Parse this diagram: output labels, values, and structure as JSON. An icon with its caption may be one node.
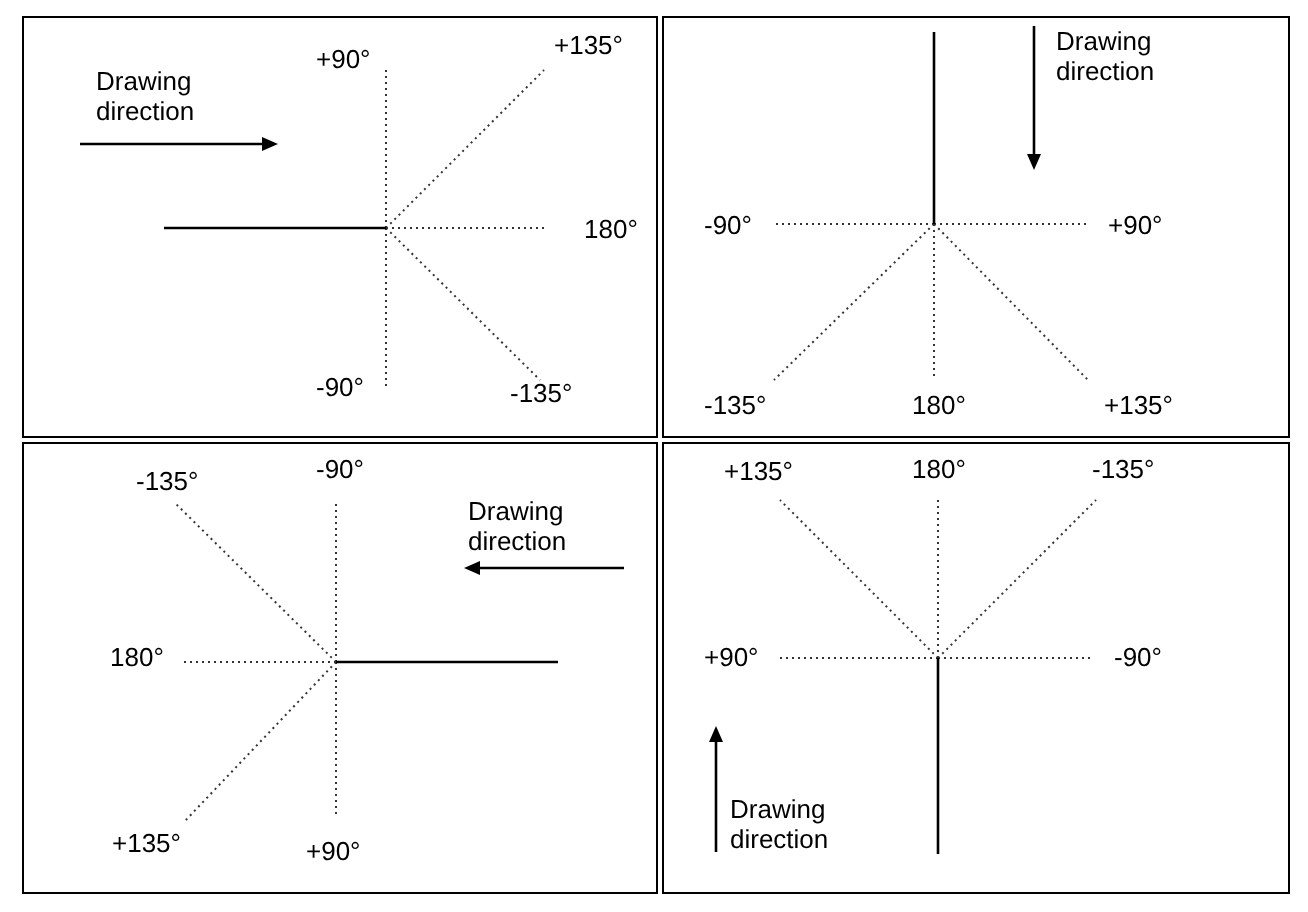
{
  "diagram": {
    "nodes": [
      {
        "text": [
          "+135°",
          "+90°",
          "Drawing direction",
          "180°",
          "-90°",
          "-135°"
        ]
      },
      {
        "text": [
          "Drawing direction",
          "-90°",
          "+90°",
          "-135°",
          "180°",
          "+135°"
        ]
      },
      {
        "text": [
          "-90°",
          "-135°",
          "Drawing direction",
          "180°",
          "+135°",
          "+90°"
        ]
      },
      {
        "text": [
          "+135°",
          "180°",
          "-135°",
          "+90°",
          "-90°",
          "Drawing direction"
        ]
      }
    ]
  }
}
